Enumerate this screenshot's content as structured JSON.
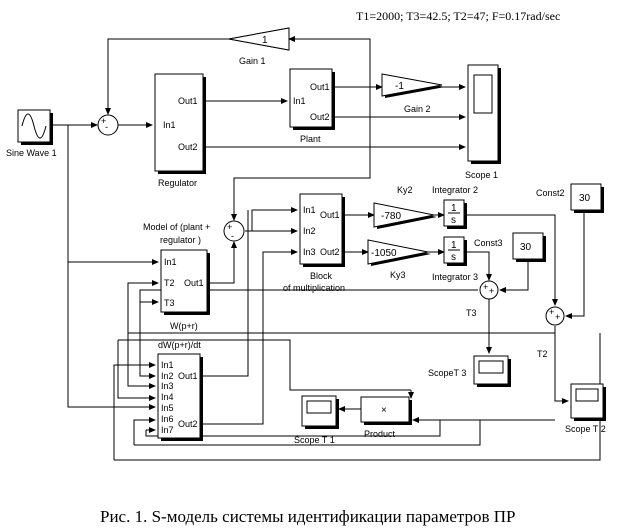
{
  "header": {
    "params": "T1=2000; T3=42.5; T2=47; F=0.17rad/sec"
  },
  "caption": "Рис. 1. S-модель системы идентификации параметров ПР",
  "blocks": {
    "sine_wave": {
      "label": "Sine Wave 1"
    },
    "gain1": {
      "label": "Gain 1",
      "value": "1"
    },
    "gain2": {
      "label": "Gain 2",
      "value": "-1"
    },
    "regulator": {
      "label": "Regulator",
      "in1": "In1",
      "out1": "Out1",
      "out2": "Out2"
    },
    "plant": {
      "label": "Plant",
      "in1": "In1",
      "out1": "Out1",
      "out2": "Out2"
    },
    "scope1": {
      "label": "Scope 1"
    },
    "model": {
      "label_line1": "Model of  (plant +",
      "label_line2": "regulator )",
      "in1": "In1",
      "in2": "T2",
      "in3": "T3",
      "out1": "Out1"
    },
    "mult": {
      "label_line1": "Block",
      "label_line2": "of multiplication",
      "in1": "In1",
      "in2": "In2",
      "in3": "In3",
      "out1": "Out1",
      "out2": "Out2"
    },
    "ky2": {
      "label": "Ky2",
      "value": "-780"
    },
    "ky3": {
      "label": "Ky3",
      "value": "-1050"
    },
    "integrator2": {
      "label": "Integrator 2",
      "num": "1",
      "den": "s"
    },
    "integrator3": {
      "label": "Integrator 3",
      "num": "1",
      "den": "s"
    },
    "const2": {
      "label": "Const2",
      "value": "30"
    },
    "const3": {
      "label": "Const3",
      "value": "30"
    },
    "t3": {
      "label": "T3"
    },
    "t2": {
      "label": "T2"
    },
    "scopeT3": {
      "label": "ScopeT 3"
    },
    "scopeT1": {
      "label": "Scope T 1"
    },
    "scopeT2": {
      "label": "Scope T 2"
    },
    "product": {
      "label": "Product",
      "symbol": "×"
    },
    "deriv": {
      "label_w": "W(p+r)",
      "label_dw": "dW(p+r)/dt",
      "in1": "In1",
      "in2": "In2",
      "in3": "In3",
      "in4": "In4",
      "in5": "In5",
      "in6": "In6",
      "in7": "In7",
      "out1": "Out1",
      "out2": "Out2"
    }
  }
}
